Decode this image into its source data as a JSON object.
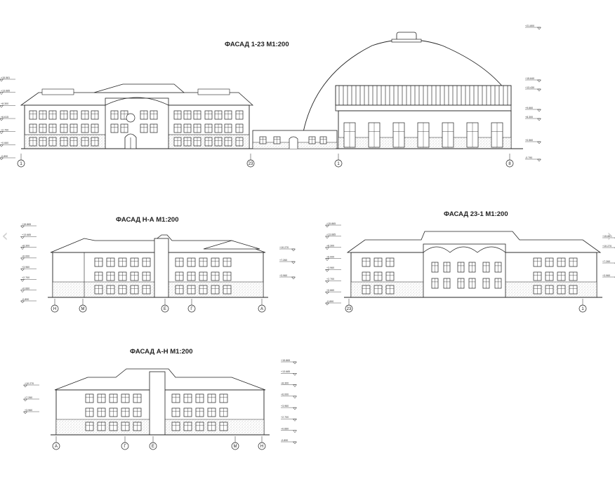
{
  "facades": [
    {
      "title": "ФАСАД 1-23 М1:200",
      "axes": [
        "1",
        "23",
        "1",
        "8"
      ],
      "level_marks": [
        "+21.800",
        "+15.840",
        "+15.581",
        "+13.430",
        "+13.685",
        "+9.660",
        "+8.300",
        "+6.615",
        "+2.700",
        "+0.660",
        "+0.560",
        "-0.790",
        "-0.890"
      ]
    },
    {
      "title": "ФАСАД Н-А М1:200",
      "axes": [
        "Н",
        "М",
        "Е",
        "Г",
        "А"
      ],
      "level_marks": [
        "+15.865",
        "+13.685",
        "+10.270",
        "+8.300",
        "+7.260",
        "+6.000",
        "+3.960",
        "+2.700",
        "+0.660",
        "-0.890"
      ]
    },
    {
      "title": "ФАСАД 23-1 М1:200",
      "axes": [
        "23",
        "1"
      ],
      "level_marks": [
        "+15.865",
        "+13.685",
        "+10.270",
        "+8.300",
        "+7.260",
        "+6.000",
        "+3.960",
        "+2.700",
        "+0.660",
        "-0.890"
      ]
    },
    {
      "title": "ФАСАД А-Н М1:200",
      "axes": [
        "А",
        "Г",
        "Е",
        "М",
        "Н"
      ],
      "level_marks": [
        "+15.865",
        "+13.685",
        "+10.270",
        "+8.300",
        "+7.260",
        "+6.000",
        "+3.960",
        "+2.700",
        "+0.660",
        "-0.890"
      ]
    }
  ],
  "nav": {
    "prev_icon": "chevron-left-icon",
    "next_icon": "chevron-right-icon",
    "prev_glyph": "‹",
    "next_glyph": "›"
  }
}
